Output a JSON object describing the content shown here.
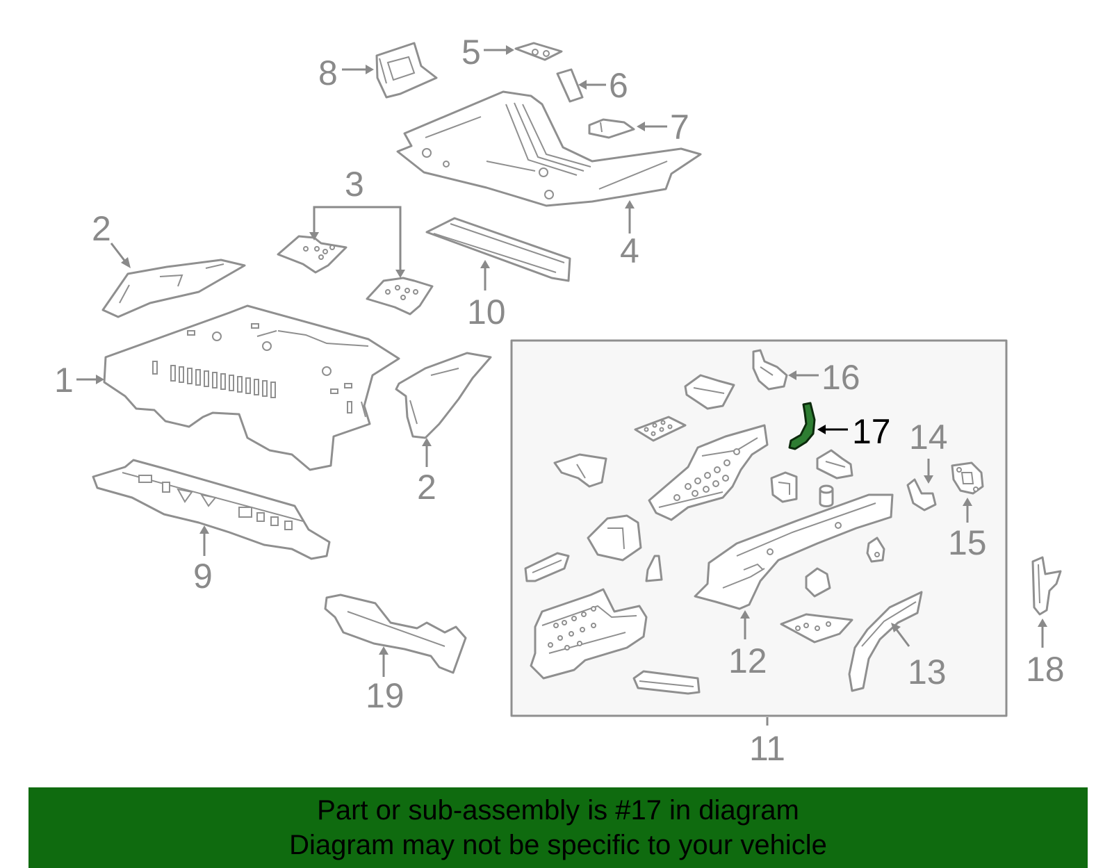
{
  "callouts": {
    "c1": "1",
    "c2a": "2",
    "c2b": "2",
    "c3": "3",
    "c4": "4",
    "c5": "5",
    "c6": "6",
    "c7": "7",
    "c8": "8",
    "c9": "9",
    "c10": "10",
    "c11": "11",
    "c12": "12",
    "c13": "13",
    "c14": "14",
    "c15": "15",
    "c16": "16",
    "c17": "17",
    "c18": "18",
    "c19": "19"
  },
  "highlighted_part": "17",
  "colors": {
    "banner_background": "#0f6b0f",
    "highlight_part": "#2e7d32",
    "part_outline": "#8f8f8f",
    "callout_text": "#8a8a8a"
  },
  "banner": {
    "line1": "Part or sub-assembly is #17 in diagram",
    "line2": "Diagram may not be specific to your vehicle"
  }
}
